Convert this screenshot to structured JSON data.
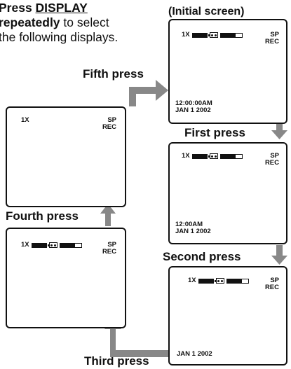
{
  "instruction": {
    "press": "Press ",
    "display": "DISPLAY",
    "repeatedly": "repeatedly",
    "rest1": " to select",
    "line3": "the following displays."
  },
  "header": "(Initial screen)",
  "labels": {
    "fifth": "Fifth press",
    "first": "First press",
    "second": "Second press",
    "third": "Third press",
    "fourth": "Fourth press"
  },
  "screens": {
    "initial": {
      "zoom": "1X",
      "mode1": "SP",
      "mode2": "REC",
      "time": "12:00:00AM",
      "date": "JAN  1 2002",
      "tape_remaining": 0.7
    },
    "first": {
      "zoom": "1X",
      "mode1": "SP",
      "mode2": "REC",
      "time": "12:00AM",
      "date": "JAN  1 2002",
      "tape_remaining": 0.7
    },
    "second": {
      "zoom": "1X",
      "mode1": "SP",
      "mode2": "REC",
      "date": "JAN  1 2002",
      "tape_remaining": 0.7
    },
    "fourth": {
      "zoom": "1X",
      "mode1": "SP",
      "mode2": "REC",
      "tape_remaining": 0.7
    },
    "fifth": {
      "zoom": "1X",
      "mode1": "SP",
      "mode2": "REC"
    }
  },
  "icons": [
    "arrow-right-icon",
    "arrow-down-icon",
    "arrow-up-icon",
    "battery-icon",
    "tape-icon",
    "tape-remaining-bar-icon"
  ]
}
